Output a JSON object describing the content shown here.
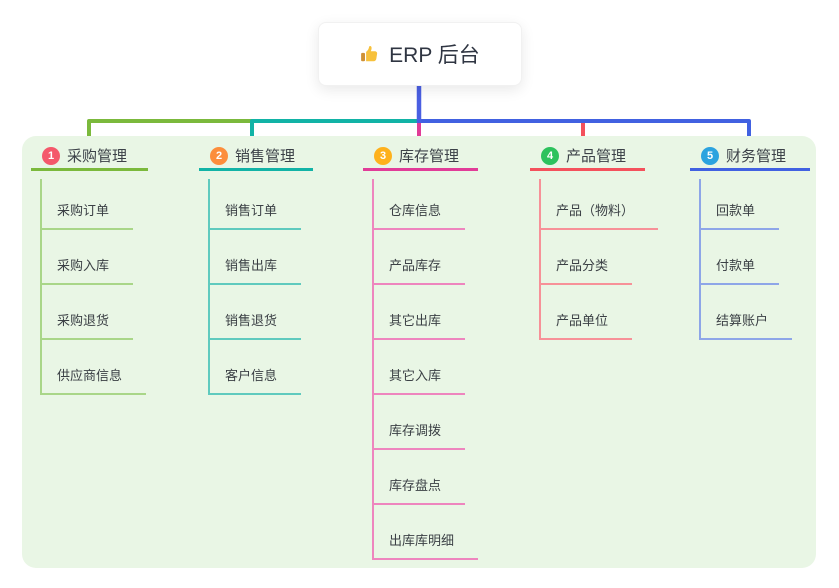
{
  "root": {
    "title": "ERP 后台",
    "icon": "thumbs-up-icon",
    "stem_color": "#4a5fe2",
    "card_bg": "#ffffff",
    "title_color": "#2f3542"
  },
  "panel": {
    "bg": "#e9f6e5"
  },
  "branches": [
    {
      "num": "1",
      "label": "采购管理",
      "color": "#7bb93c",
      "light": "#a9d688",
      "badge": "#f4586b",
      "children": [
        "采购订单",
        "采购入库",
        "采购退货",
        "供应商信息"
      ]
    },
    {
      "num": "2",
      "label": "销售管理",
      "color": "#12b3a6",
      "light": "#5fcabe",
      "badge": "#fc8e3c",
      "children": [
        "销售订单",
        "销售出库",
        "销售退货",
        "客户信息"
      ]
    },
    {
      "num": "3",
      "label": "库存管理",
      "color": "#e13c98",
      "light": "#ee85be",
      "badge": "#feb11c",
      "children": [
        "仓库信息",
        "产品库存",
        "其它出库",
        "其它入库",
        "库存调拨",
        "库存盘点",
        "出库库明细"
      ]
    },
    {
      "num": "4",
      "label": "产品管理",
      "color": "#f4515c",
      "light": "#f79198",
      "badge": "#2dc25d",
      "children": [
        "产品（物料）",
        "产品分类",
        "产品单位"
      ]
    },
    {
      "num": "5",
      "label": "财务管理",
      "color": "#4161e1",
      "light": "#8ea6e8",
      "badge": "#2ba3df",
      "children": [
        "回款单",
        "付款单",
        "结算账户"
      ]
    }
  ]
}
